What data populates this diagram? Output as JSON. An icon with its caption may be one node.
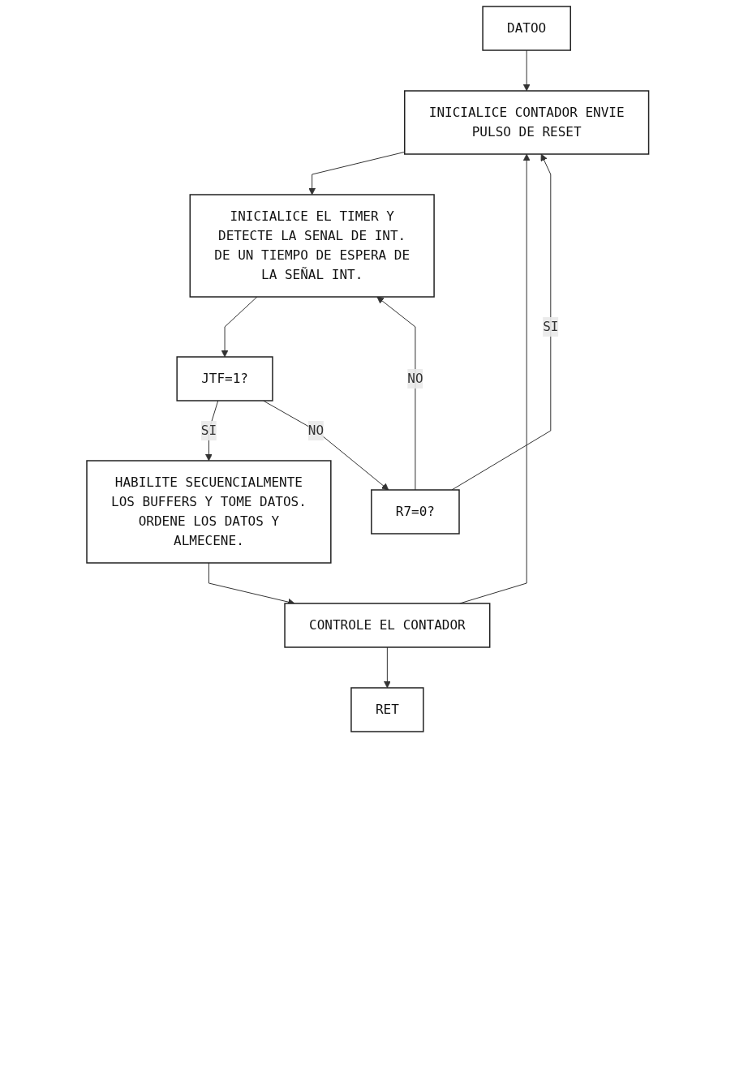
{
  "diagram": {
    "nodes": [
      {
        "text": [
          "DATOO"
        ]
      },
      {
        "text": [
          "INICIALICE CONTADOR ENVIE PULSO DE RESET"
        ]
      },
      {
        "text": [
          "INICIALICE EL TIMER Y DETECTE LA SENAL DE INT. DE UN TIEMPO DE ESPERA DE LA SEÑAL INT."
        ]
      },
      {
        "text": [
          "JTF=1?"
        ]
      },
      {
        "text": [
          "R7=0?"
        ]
      },
      {
        "text": [
          "HABILITE SECUENCIALMENTE LOS BUFFERS Y TOME DATOS. ORDENE LOS DATOS Y ALMECENE."
        ]
      },
      {
        "text": [
          "CONTROLE EL CONTADOR"
        ]
      },
      {
        "text": [
          "RET"
        ]
      }
    ],
    "edges": [
      {
        "from": 0,
        "to": 1,
        "arrow": "to"
      },
      {
        "from": 1,
        "to": 2,
        "arrow": "to"
      },
      {
        "from": 2,
        "to": 3,
        "arrow": "to"
      },
      {
        "from": 3,
        "to": 5,
        "arrow": "to",
        "label": "SI"
      },
      {
        "from": 3,
        "to": 4,
        "arrow": "to",
        "label": "NO"
      },
      {
        "from": 4,
        "to": 2,
        "arrow": "to",
        "label": "NO"
      },
      {
        "from": 4,
        "to": 1,
        "arrow": "to",
        "label": "SI"
      },
      {
        "from": 5,
        "to": 6,
        "arrow": "to"
      },
      {
        "from": 6,
        "to": 1,
        "arrow": "to"
      },
      {
        "from": 6,
        "to": 7,
        "arrow": "to"
      }
    ]
  }
}
